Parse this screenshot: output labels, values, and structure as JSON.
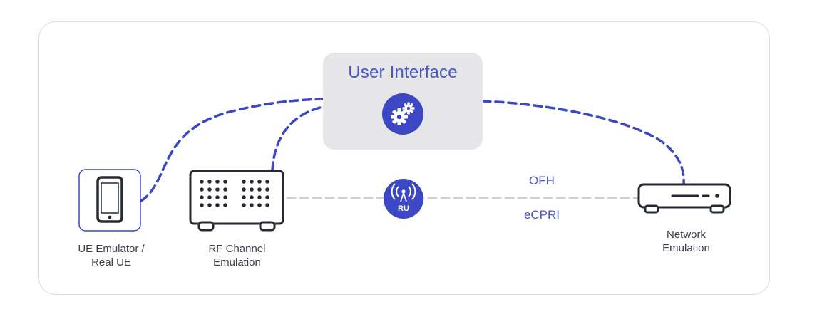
{
  "user_interface": {
    "title": "User Interface",
    "icon": "gears-icon"
  },
  "devices": {
    "ue": {
      "label_line1": "UE Emulator /",
      "label_line2": "Real UE",
      "icon": "smartphone-icon"
    },
    "rf": {
      "label_line1": "RF Channel",
      "label_line2": "Emulation",
      "icon": "rf-emulator-chassis-icon"
    },
    "ru": {
      "badge": "RU",
      "icon": "antenna-icon"
    },
    "network": {
      "label_line1": "Network",
      "label_line2": "Emulation",
      "icon": "network-appliance-icon"
    }
  },
  "link": {
    "top_label": "OFH",
    "bottom_label": "eCPRI"
  },
  "colors": {
    "accent": "#3c47c4",
    "link_gray": "#cfcfcf",
    "box_gray": "#e6e6e8",
    "device_stroke": "#262a33"
  }
}
